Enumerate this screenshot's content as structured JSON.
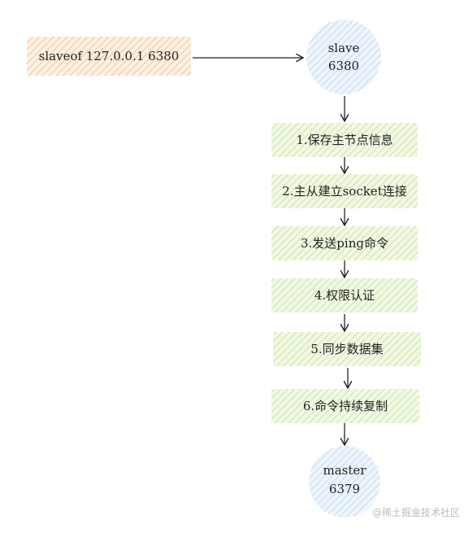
{
  "command": {
    "label": "slaveof  127.0.0.1 6380"
  },
  "slave": {
    "line1": "slave",
    "line2": "6380"
  },
  "steps": [
    {
      "label": "1.保存主节点信息"
    },
    {
      "label": "2.主从建立socket连接"
    },
    {
      "label": "3.发送ping命令"
    },
    {
      "label": "4.权限认证"
    },
    {
      "label": "5.同步数据集"
    },
    {
      "label": "6.命令持续复制"
    }
  ],
  "master": {
    "line1": "master",
    "line2": "6379"
  },
  "watermark": "@稀土掘金技术社区",
  "colors": {
    "command_fill": "#f7d7b5",
    "node_fill": "#cfe3f5",
    "step_fill": "#d6eeb3",
    "arrow": "#222222"
  }
}
